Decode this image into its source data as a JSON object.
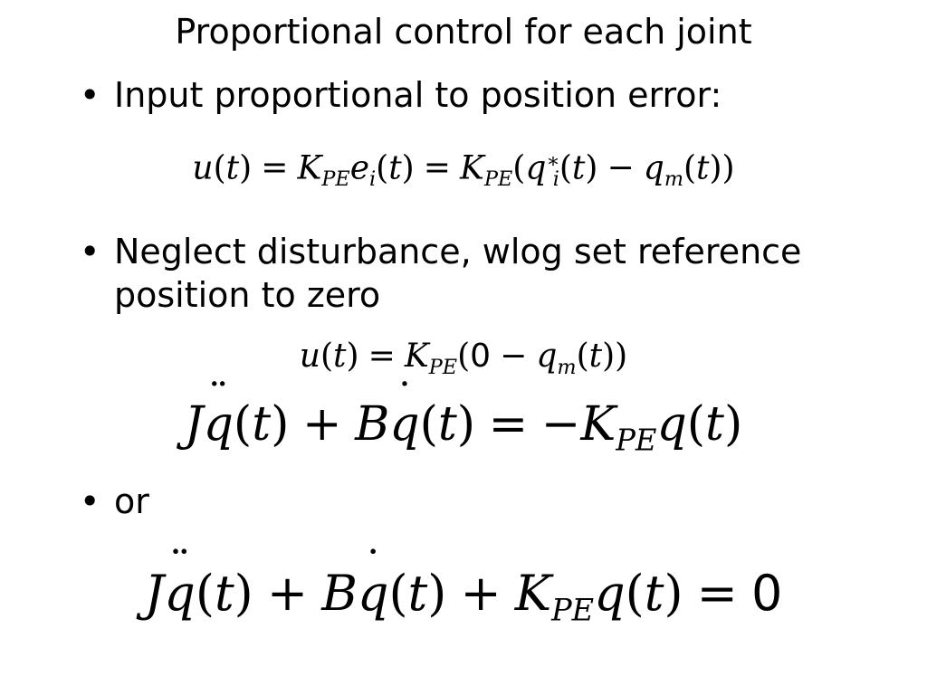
{
  "slide": {
    "title": "Proportional control for each joint",
    "bullet_symbol": "•",
    "bullets": [
      {
        "text": "Input proportional to position error:"
      },
      {
        "text": "Neglect disturbance, wlog set reference position to zero"
      },
      {
        "text": "or"
      }
    ],
    "equations": [
      "u(t) = K_PE e_i(t) = K_PE(q_i^*(t) − q_m(t))",
      "u(t) = K_PE(0 − q_m(t))",
      "J q̈(t) + B q̇(t) = −K_PE q(t)",
      "J q̈(t) + B q̇(t) + K_PE q(t) = 0"
    ]
  }
}
